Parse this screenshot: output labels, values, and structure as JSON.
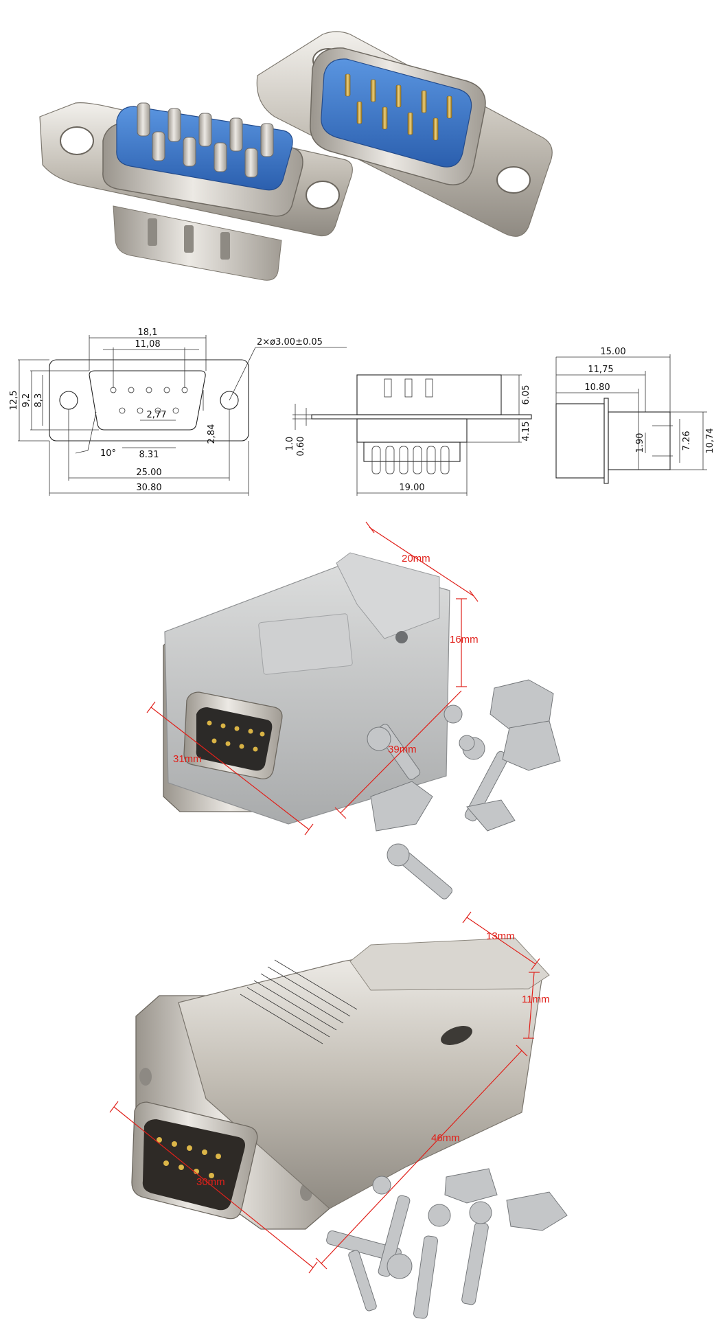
{
  "drawing": {
    "front": {
      "width_18_1": "18,1",
      "width_11_08": "11,08",
      "hole_spec": "2×ø3.00±0.05",
      "h_12_5": "12,5",
      "h_9_2": "9,2",
      "h_8_3": "8,3",
      "pitch_2_77": "2,77",
      "h_2_84": "2,84",
      "angle_10": "10°",
      "w_8_31": "8.31",
      "w_25_00": "25.00",
      "w_30_80": "30.80"
    },
    "side": {
      "t_1_0": "1.0",
      "t_0_60": "0.60",
      "h_6_05": "6.05",
      "h_4_15": "4.15",
      "w_19_00": "19.00"
    },
    "profile": {
      "l_15_00": "15.00",
      "l_11_75": "11,75",
      "l_10_80": "10.80",
      "h_1_90": "1.90",
      "h_7_26": "7.26",
      "h_10_74": "10,74"
    }
  },
  "photo_plastic": {
    "dim_depth": "20mm",
    "dim_height": "16mm",
    "dim_length": "39mm",
    "dim_width": "31mm"
  },
  "photo_metal": {
    "dim_depth": "13mm",
    "dim_height": "11mm",
    "dim_length": "46mm",
    "dim_width": "30mm"
  },
  "colors": {
    "insulator_blue": "#3d78c8",
    "gold_pin": "#c9a23a",
    "nickel": "#c8c3bb",
    "grey_hood": "#c9cacb",
    "dimension_red": "#e0201a"
  }
}
